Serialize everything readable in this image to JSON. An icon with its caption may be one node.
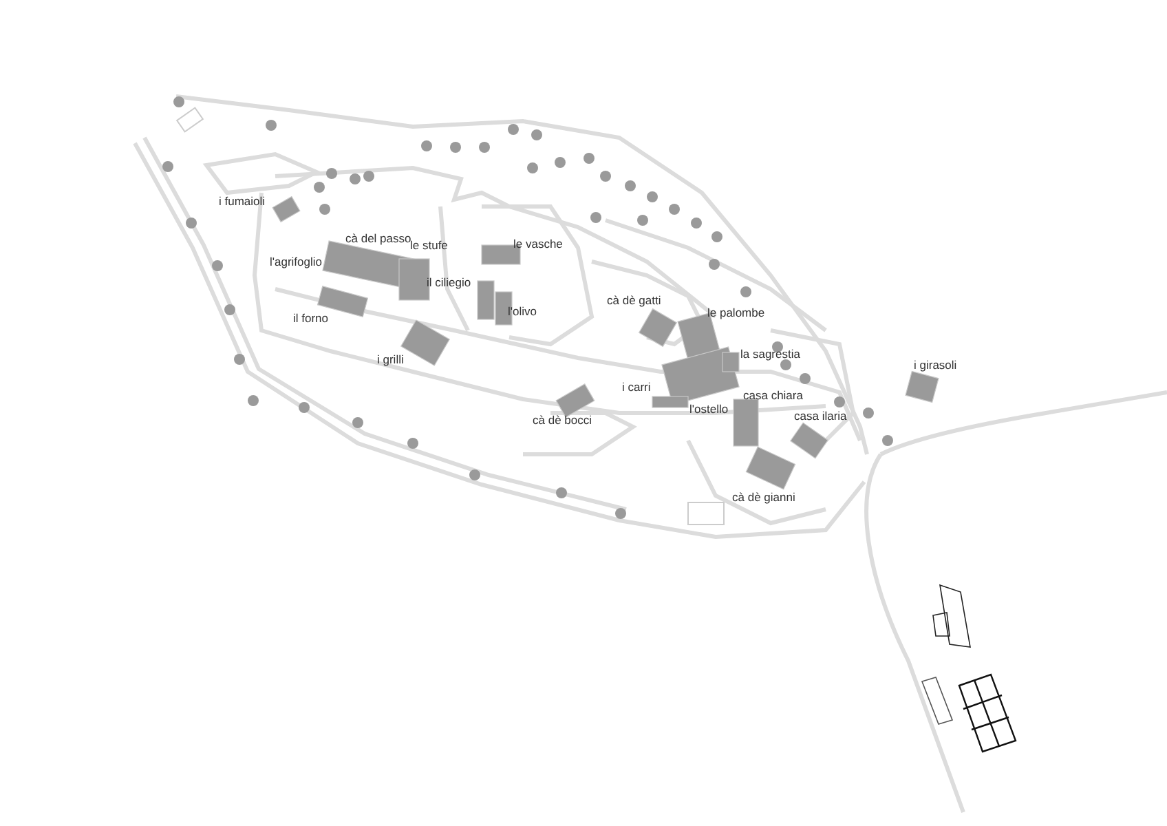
{
  "diagram": {
    "labels": [
      "i fumaioli",
      "cà del passo",
      "le stufe",
      "le vasche",
      "l'agrifoglio",
      "il ciliegio",
      "cà dè gatti",
      "l'olivo",
      "le palombe",
      "il forno",
      "i grilli",
      "la sagrestia",
      "i girasoli",
      "i carri",
      "casa chiara",
      "l'ostello",
      "casa ilaria",
      "cà dè bocci",
      "cà dè gianni"
    ]
  }
}
